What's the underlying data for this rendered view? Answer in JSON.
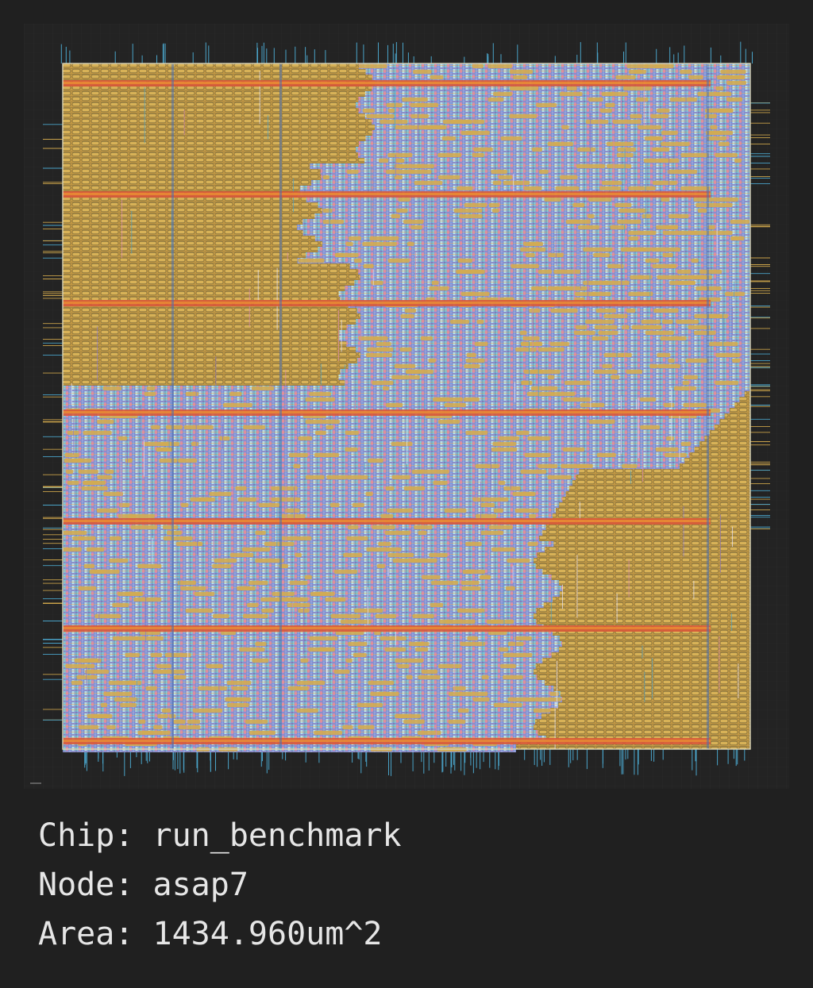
{
  "info": {
    "chip_label": "Chip:",
    "chip_value": "run_benchmark",
    "node_label": "Node:",
    "node_value": "asap7",
    "area_label": "Area:",
    "area_value": "1434.960um^2"
  },
  "layout": {
    "description_colors": {
      "background": "#232323",
      "grid": "#2c2c2c",
      "die_outline": "#c8c8b0",
      "filler_gold": "#c9a24a",
      "filler_outline": "#7a6a3a",
      "power_rail_red": "#d9583a",
      "pin_blue": "#4aa3c8",
      "logic_cyan": "#7fd6e0",
      "logic_violet": "#8a76c8",
      "logic_pink": "#d98ab0",
      "logic_blue": "#6e8fd8"
    }
  }
}
